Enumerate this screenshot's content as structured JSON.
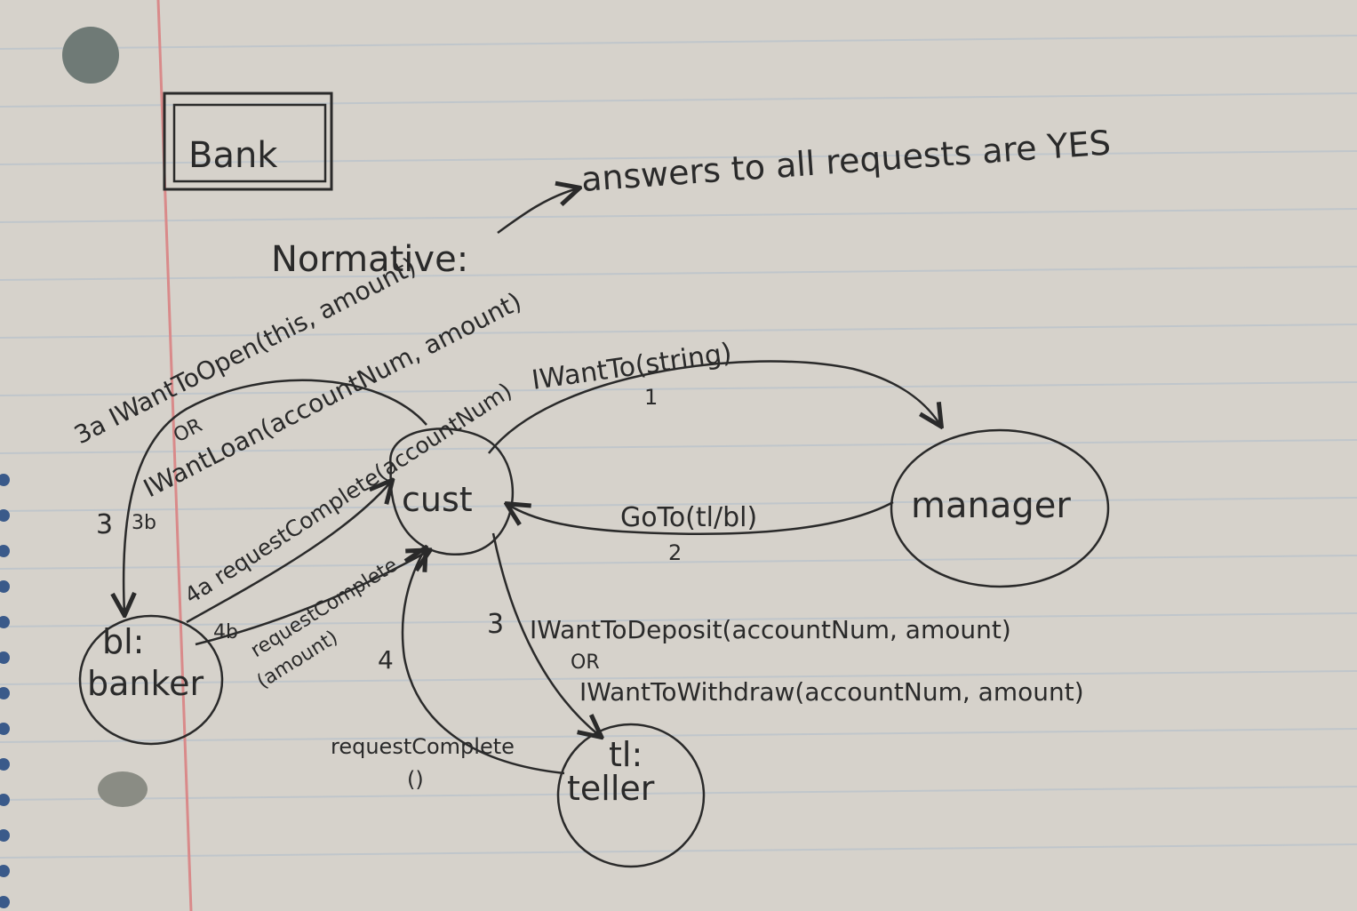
{
  "title": "Bank",
  "normative_label": "Normative:",
  "normative_note": "answers to all requests are YES",
  "nodes": {
    "cust": "cust",
    "manager": "manager",
    "banker": [
      "bl:",
      "banker"
    ],
    "teller": [
      "tl:",
      "teller"
    ]
  },
  "edges": {
    "e1_label": "IWantTo(string)",
    "e1_num": "1",
    "e2_label": "GoTo(tl/bl)",
    "e2_num": "2",
    "e3a_label": "3a IWantToOpen(this, amount)",
    "e3_or": "OR",
    "e3b_label": "IWantLoan(accountNum, amount)",
    "e3_num": "3",
    "e3b_num": "3b",
    "e4a_label": "4a requestComplete(accountNum)",
    "e4b_num": "4b",
    "e4b_label": [
      "requestComplete",
      "(amount)"
    ],
    "e3t_num": "3",
    "e3t_label1": "IWantToDeposit(accountNum, amount)",
    "e3t_or": "OR",
    "e3t_label2": "IWantToWithdraw(accountNum, amount)",
    "e4t_num": "4",
    "e4t_label": [
      "requestComplete",
      "()"
    ]
  },
  "colors": {
    "paper": "#d6d2cb",
    "ink": "#2a2a2a",
    "margin_line": "#d98a8a",
    "rule_line": "#b9c3cc"
  }
}
